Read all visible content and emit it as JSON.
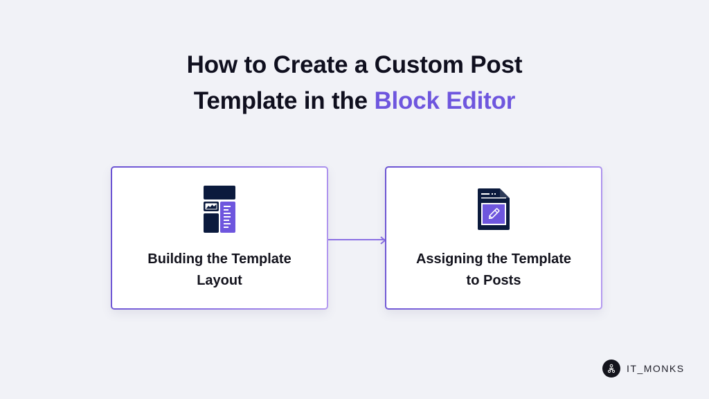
{
  "title": {
    "line1": "How to Create a Custom Post",
    "line2_prefix": "Template in the ",
    "line2_accent": "Block Editor"
  },
  "colors": {
    "background": "#f1f2f7",
    "accent": "#6e56de",
    "dark_navy": "#0b1a3d",
    "text": "#0f0f1e"
  },
  "steps": [
    {
      "icon": "layout-template-icon",
      "label_line1": "Building the Template",
      "label_line2": "Layout"
    },
    {
      "icon": "document-edit-icon",
      "label_line1": "Assigning the Template",
      "label_line2": "to Posts"
    }
  ],
  "connector": {
    "icon": "arrow-right-icon"
  },
  "brand": {
    "icon": "it-monks-logo-icon",
    "name": "IT_MONKS"
  }
}
